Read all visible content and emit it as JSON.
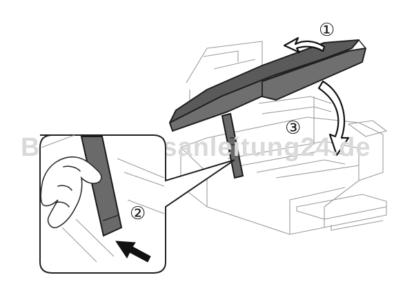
{
  "steps": {
    "step1": "①",
    "step2": "②",
    "step3": "③"
  },
  "watermark": "Bedienungsanleitung24.de",
  "colors": {
    "scanner_unit": "#6f6f6f",
    "outline": "#2b2b2b",
    "watermark": "#d9d9d9",
    "background": "#ffffff"
  }
}
